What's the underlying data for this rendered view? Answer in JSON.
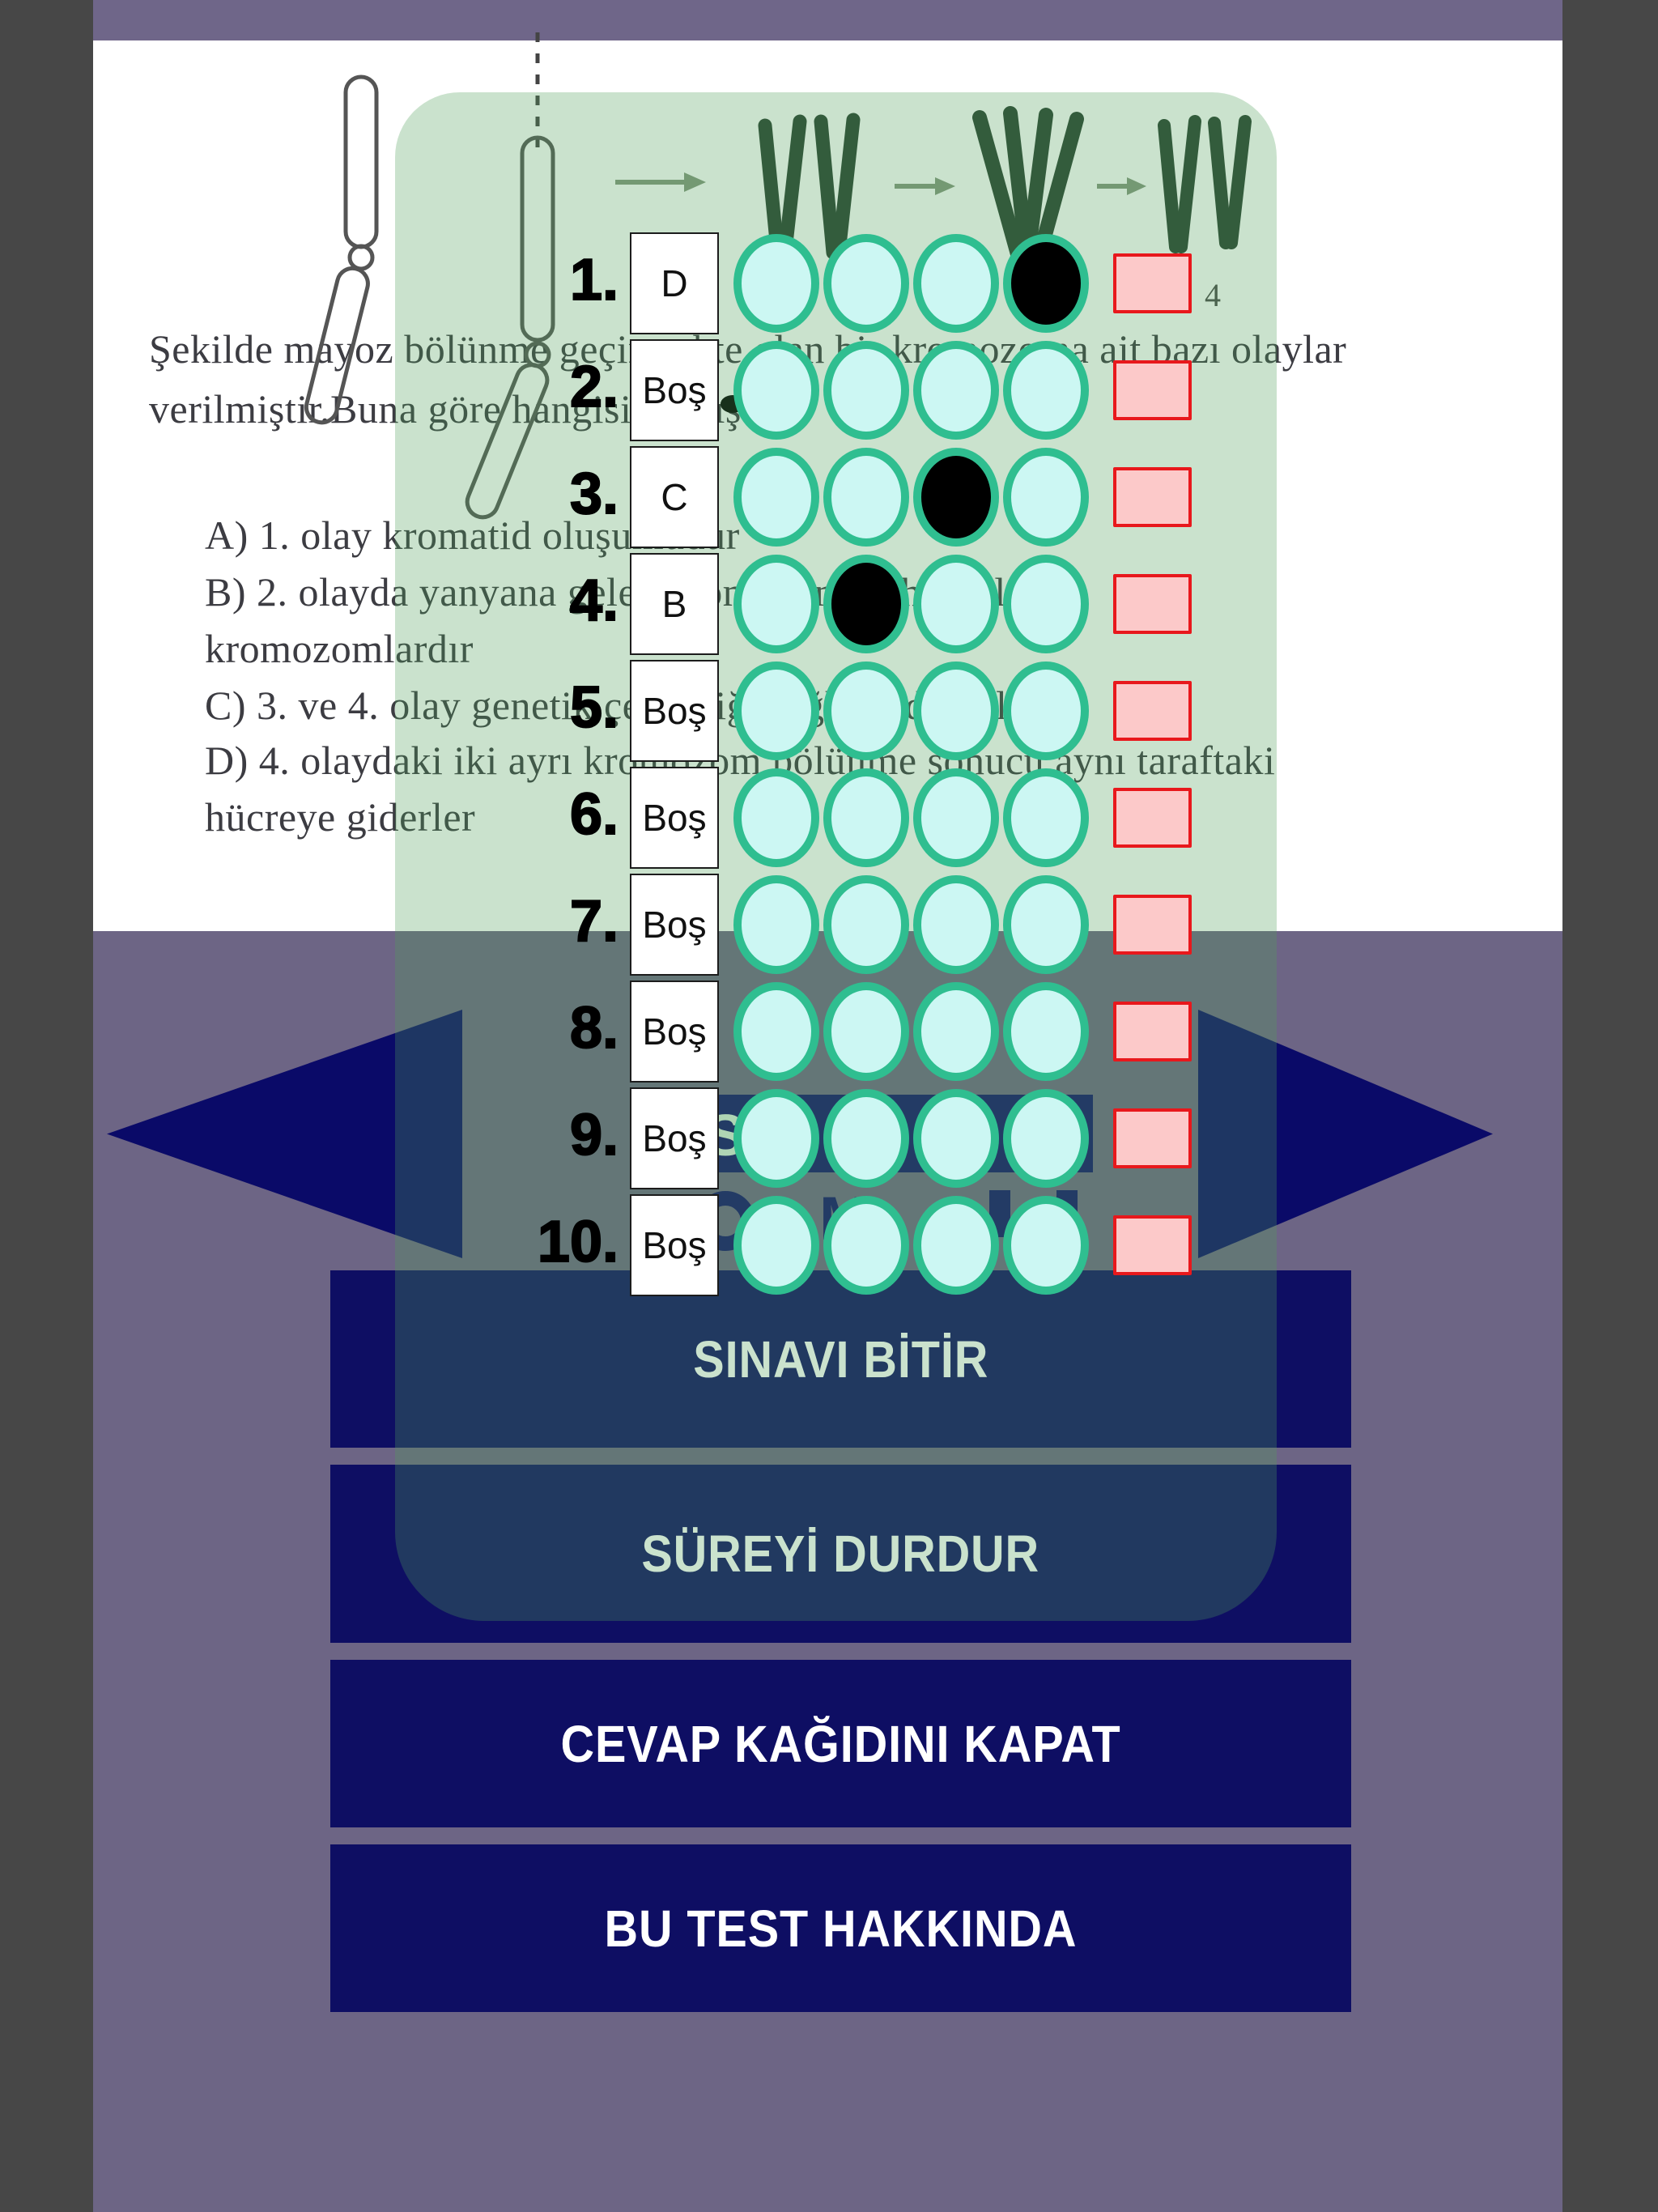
{
  "colors": {
    "frame_gray": "#474747",
    "top_bar_purple": "#6f6689",
    "background_purple": "#6d6585",
    "page_white": "#ffffff",
    "panel_green": "rgba(80,160,90,0.30)",
    "button_navy": "#0e0e63",
    "arrow_navy": "#0a0a68",
    "bubble_ring_teal": "#2fbe90",
    "bubble_fill_cyan": "#ccf7f3",
    "bubble_filled_black": "#000000",
    "flag_pink_fill": "#fcc9c9",
    "flag_pink_border": "#e8181c",
    "question_text": "#3c3c42"
  },
  "question": {
    "line1": "Şekilde mayoz bölünme geçirmekte olan bir kromozoma ait bazı olaylar",
    "line2": "verilmiştir.Buna göre hangisi yanlıştır?",
    "options": [
      "A) 1. olay kromatid oluşumudur",
      "B) 2. olayda yanyana gelen kromozomlar homolog",
      "kromozomlardır",
      "C) 3. ve 4. olay genetik çeşitliliği sağlamada bulunur.",
      "D) 4. olaydaki iki ayrı kromozom bölünme sonucu aynı taraftaki",
      "hücreye giderler"
    ],
    "figure_label": "4"
  },
  "answer_sheet": {
    "bubbles_per_row": 4,
    "rows": [
      {
        "number": "1.",
        "state": "D",
        "filled": 4
      },
      {
        "number": "2.",
        "state": "Boş",
        "filled": 0
      },
      {
        "number": "3.",
        "state": "C",
        "filled": 3
      },
      {
        "number": "4.",
        "state": "B",
        "filled": 2
      },
      {
        "number": "5.",
        "state": "Boş",
        "filled": 0
      },
      {
        "number": "6.",
        "state": "Boş",
        "filled": 0
      },
      {
        "number": "7.",
        "state": "Boş",
        "filled": 0
      },
      {
        "number": "8.",
        "state": "Boş",
        "filled": 0
      },
      {
        "number": "9.",
        "state": "Boş",
        "filled": 0
      },
      {
        "number": "10.",
        "state": "Boş",
        "filled": 0
      }
    ]
  },
  "hidden_fragments": {
    "row9_letter": "S",
    "row10_letter": "M"
  },
  "buttons": {
    "finish": {
      "label": "SINAVI BİTİR"
    },
    "stop_timer": {
      "label": "SÜREYİ DURDUR"
    },
    "close_sheet": {
      "label": "CEVAP KAĞIDINI KAPAT"
    },
    "about": {
      "label": "BU TEST HAKKINDA"
    }
  }
}
